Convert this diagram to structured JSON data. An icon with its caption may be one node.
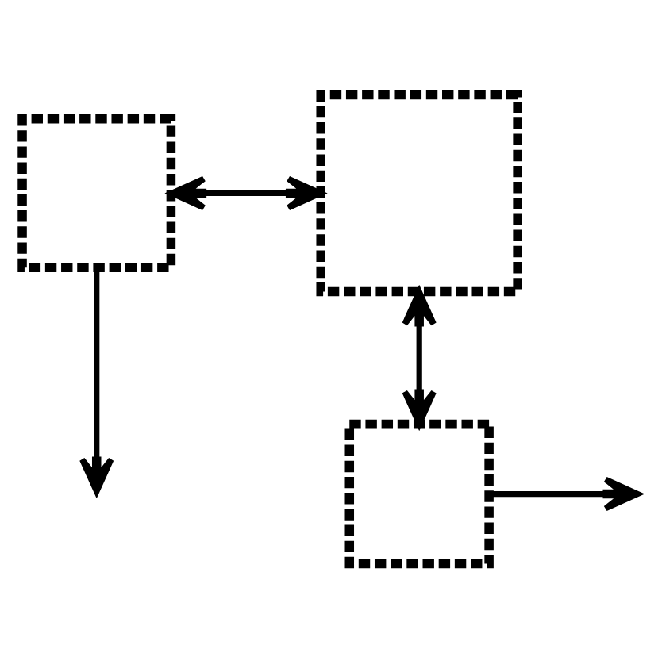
{
  "diagram": {
    "nodes": [
      {
        "text": [],
        "shape": "box"
      },
      {
        "text": [],
        "shape": "box"
      },
      {
        "text": [],
        "shape": "box"
      }
    ],
    "edges": [
      {
        "from": 0,
        "to": 1,
        "arrow": "both"
      },
      {
        "from": 1,
        "to": 2,
        "arrow": "both"
      },
      {
        "from": 0,
        "to": null,
        "arrow": "to"
      },
      {
        "from": 2,
        "to": null,
        "arrow": "to"
      }
    ]
  }
}
